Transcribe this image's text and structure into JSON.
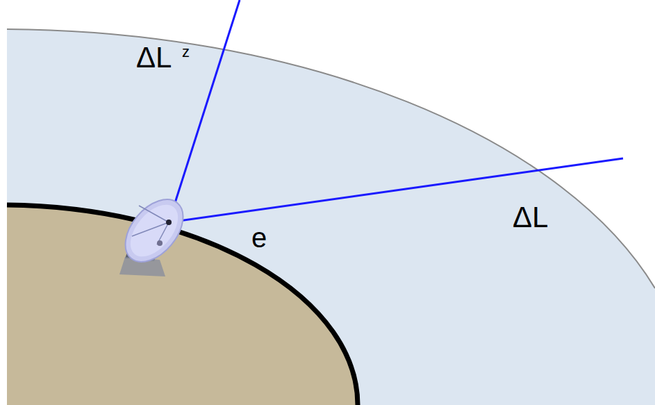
{
  "diagram": {
    "labels": [
      "ΔL",
      "z",
      "e",
      "ΔL"
    ]
  }
}
